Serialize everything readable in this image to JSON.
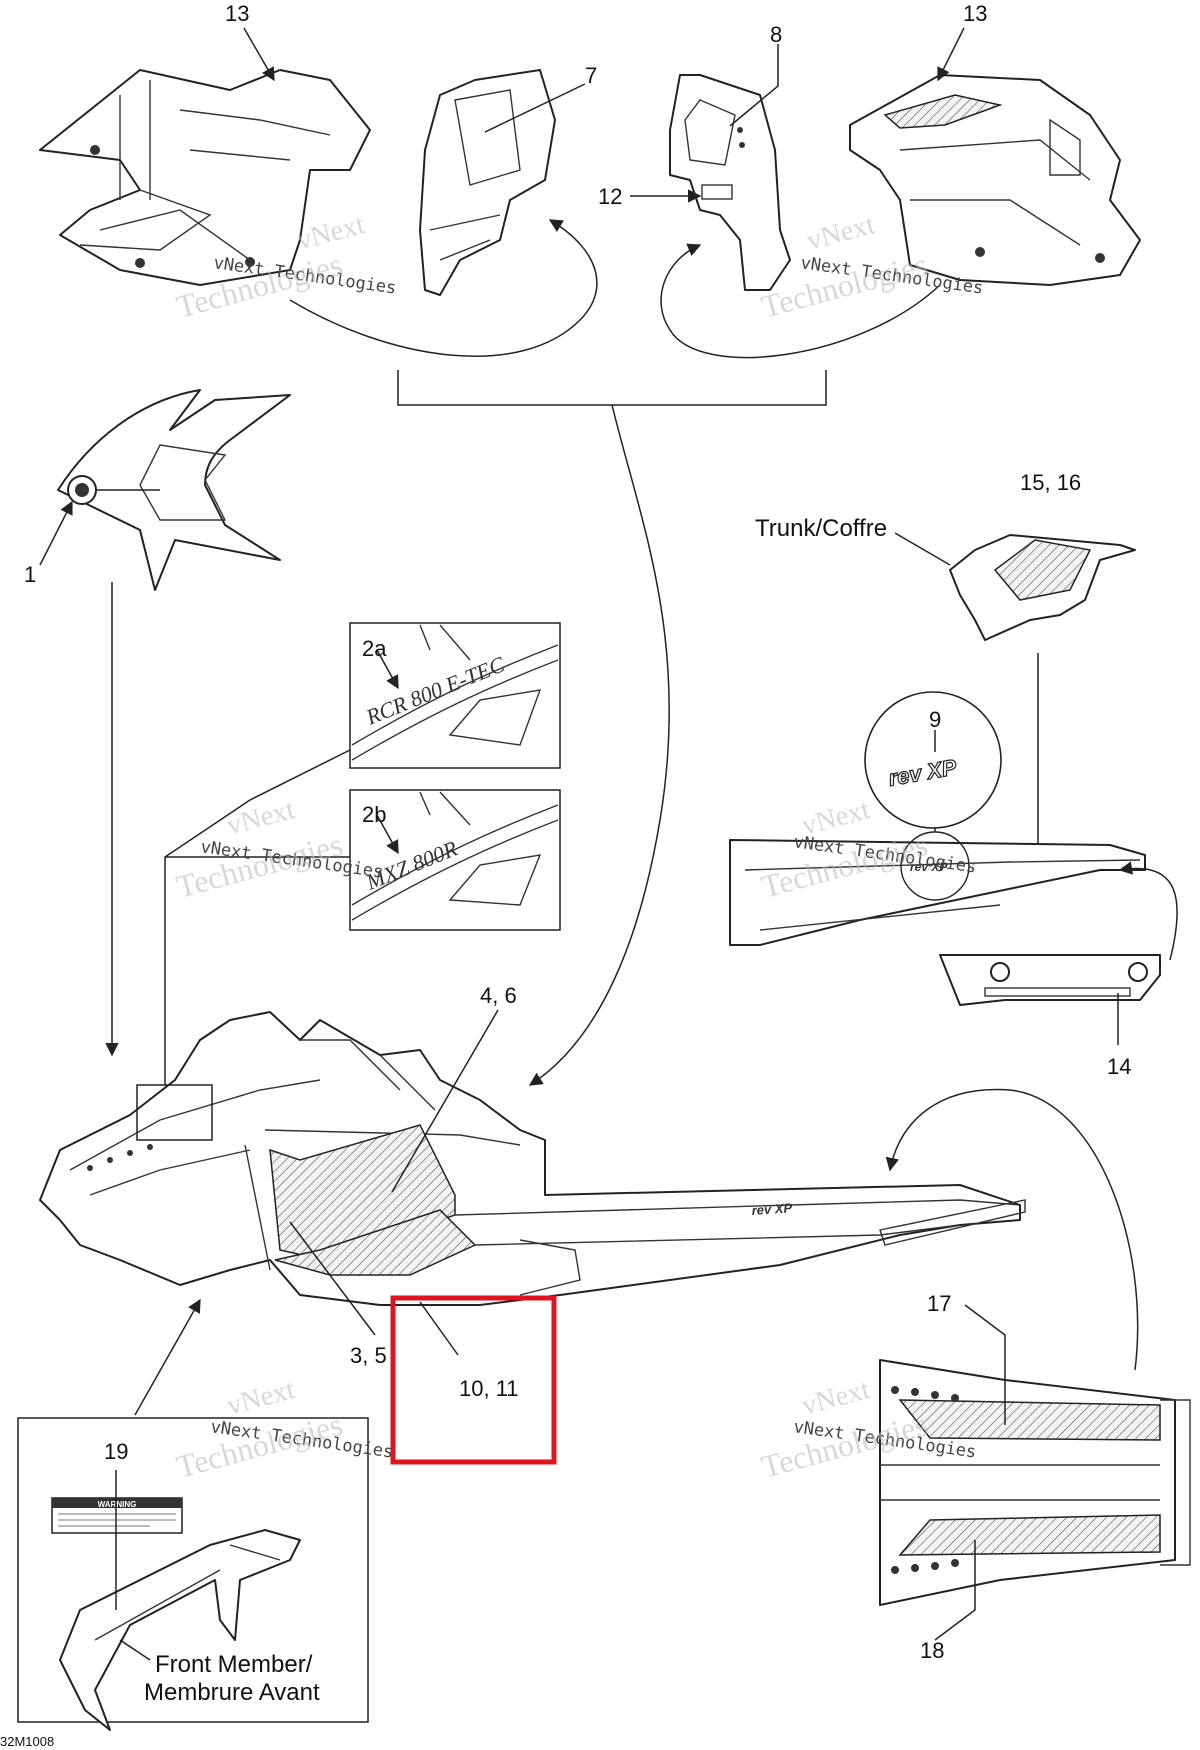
{
  "callouts": {
    "c1": "1",
    "c2a": "2a",
    "c2b": "2b",
    "c3_5": "3, 5",
    "c4_6": "4, 6",
    "c7": "7",
    "c8": "8",
    "c9": "9",
    "c10_11": "10, 11",
    "c12": "12",
    "c13_left": "13",
    "c13_right": "13",
    "c14": "14",
    "c15_16": "15, 16",
    "c17": "17",
    "c18": "18",
    "c19": "19"
  },
  "labels": {
    "trunk": "Trunk/Coffre",
    "front_member_line1": "Front Member/",
    "front_member_line2": "Membrure Avant",
    "figure_code": "32M1008",
    "warning_title": "WARNING",
    "tunnel_logo": "rev XP"
  },
  "watermark": {
    "small_text": "vNext Technologies",
    "line1": "vNext",
    "line2": "Technologies"
  },
  "colors": {
    "highlight": "#e0141e",
    "line": "#222222",
    "watermark": "#b8b8b8"
  }
}
